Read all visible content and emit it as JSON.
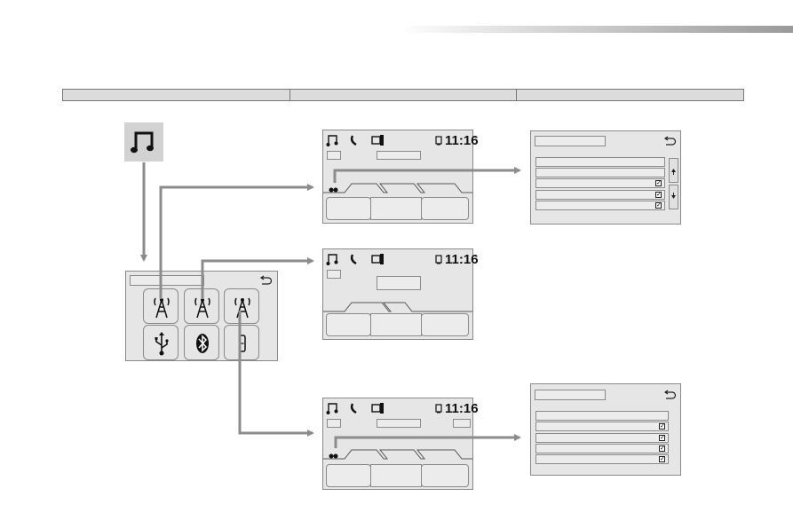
{
  "diagram": {
    "screens": [
      {
        "id": "radio-screen-1",
        "clock": "11:16"
      },
      {
        "id": "radio-screen-2",
        "clock": "11:16"
      },
      {
        "id": "radio-screen-3",
        "clock": "11:16"
      }
    ],
    "icons": {
      "music_tile": "music-note-icon",
      "source_menu": [
        "radio-tower-icon",
        "radio-tower-icon",
        "radio-tower-icon",
        "usb-icon",
        "bluetooth-icon",
        "aux-jack-icon"
      ],
      "back": "back-arrow-icon",
      "scroll": [
        "scroll-up-icon",
        "scroll-down-icon"
      ]
    },
    "colors": {
      "screen": "#e6e6e6",
      "border": "#8a8a8a",
      "connector": "#8c8c8c"
    }
  }
}
